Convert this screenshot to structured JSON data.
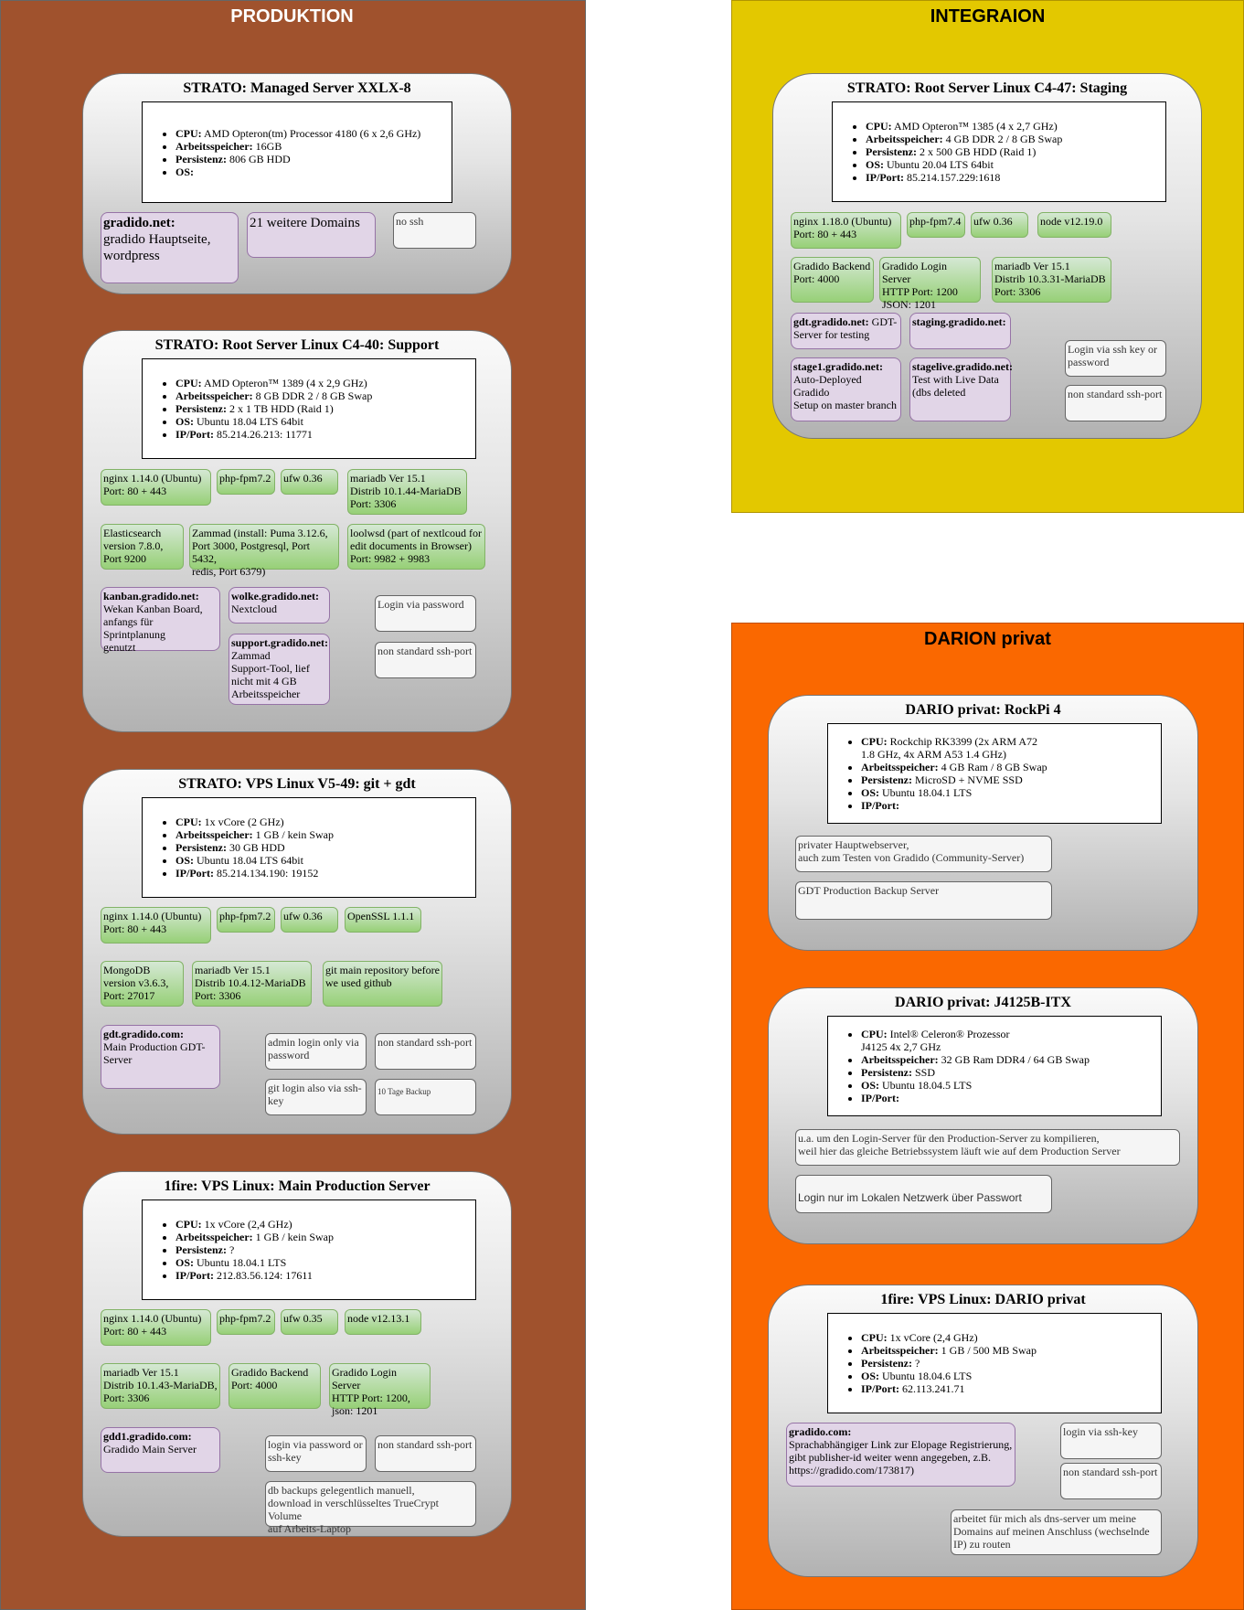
{
  "groups": {
    "produktion": {
      "title": "PRODUKTION",
      "color": "#a0522d"
    },
    "integraion": {
      "title": "INTEGRAION",
      "color": "#e3c800"
    },
    "darion": {
      "title": "DARION privat",
      "color": "#fa6800"
    }
  },
  "servers": {
    "strato_xxlx": {
      "title": "STRATO: Managed Server XXLX-8",
      "specs": [
        {
          "k": "CPU:",
          "v": " AMD Opteron(tm) Processor 4180 (6 x 2,6 GHz)"
        },
        {
          "k": "Arbeitsspeicher:",
          "v": " 16GB"
        },
        {
          "k": "Persistenz:",
          "v": " 806 GB HDD"
        },
        {
          "k": "OS:",
          "v": ""
        }
      ],
      "domains": [
        {
          "name": "gradido.net:",
          "desc": "gradido Hauptseite, wordpress"
        },
        {
          "name": "",
          "desc": "21 weitere Domains"
        }
      ],
      "notes": [
        "no ssh"
      ]
    },
    "strato_c440": {
      "title": "STRATO: Root Server Linux C4-40: Support",
      "specs": [
        {
          "k": "CPU:",
          "v": " AMD Opteron™ 1389 (4 x 2,9 GHz)"
        },
        {
          "k": "Arbeitsspeicher:",
          "v": " 8 GB DDR 2 / 8 GB Swap"
        },
        {
          "k": "Persistenz:",
          "v": " 2 x 1 TB HDD (Raid 1)"
        },
        {
          "k": "OS:",
          "v": " Ubuntu 18.04 LTS 64bit"
        },
        {
          "k": "IP/Port:",
          "v": " 85.214.26.213: 11771"
        }
      ],
      "chips": [
        "nginx 1.14.0 (Ubuntu)\nPort: 80 + 443",
        "php-fpm7.2",
        "ufw 0.36",
        "mariadb  Ver 15.1\nDistrib 10.1.44-MariaDB\nPort: 3306",
        "Elasticsearch\nversion 7.8.0,\nPort 9200",
        "Zammad (install: Puma 3.12.6,\nPort 3000, Postgresql, Port 5432,\nredis, Port 6379)",
        "loolwsd (part of nextlcoud for\nedit documents in Browser)\nPort: 9982 + 9983"
      ],
      "domains": [
        {
          "name": "kanban.gradido.net:",
          "desc": "Wekan Kanban Board,\nanfangs für Sprintplanung\ngenutzt"
        },
        {
          "name": "wolke.gradido.net:",
          "desc": "Nextcloud"
        },
        {
          "name": "support.gradido.net:",
          "desc": "Zammad\nSupport-Tool, lief\nnicht mit 4 GB\nArbeitsspeicher"
        }
      ],
      "notes": [
        "Login via password",
        "non standard ssh-port"
      ]
    },
    "strato_v549": {
      "title": "STRATO: VPS Linux V5-49: git + gdt",
      "specs": [
        {
          "k": "CPU:",
          "v": " 1x vCore (2 GHz)"
        },
        {
          "k": "Arbeitsspeicher:",
          "v": " 1 GB / kein Swap"
        },
        {
          "k": "Persistenz:",
          "v": " 30 GB HDD"
        },
        {
          "k": "OS:",
          "v": " Ubuntu 18.04 LTS 64bit"
        },
        {
          "k": "IP/Port:",
          "v": " 85.214.134.190: 19152"
        }
      ],
      "chips": [
        "nginx 1.14.0 (Ubuntu)\nPort: 80 + 443",
        "php-fpm7.2",
        "ufw 0.36",
        "OpenSSL 1.1.1",
        "MongoDB\nversion v3.6.3,\nPort: 27017",
        "mariadb  Ver 15.1\nDistrib 10.4.12-MariaDB\nPort: 3306",
        "git main repository before\nwe used github"
      ],
      "domains": [
        {
          "name": "gdt.gradido.com:",
          "desc": "Main Production GDT-\nServer"
        }
      ],
      "notes": [
        "admin login only via\npassword",
        "non standard ssh-port",
        "git login also via ssh-\nkey",
        "10 Tage Backup"
      ]
    },
    "onefire_main": {
      "title": "1fire: VPS Linux: Main Production Server",
      "specs": [
        {
          "k": "CPU:",
          "v": " 1x vCore (2,4 GHz)"
        },
        {
          "k": "Arbeitsspeicher:",
          "v": " 1 GB / kein Swap"
        },
        {
          "k": "Persistenz:",
          "v": " ?"
        },
        {
          "k": "OS:",
          "v": " Ubuntu 18.04.1 LTS"
        },
        {
          "k": "IP/Port:",
          "v": " 212.83.56.124: 17611"
        }
      ],
      "chips": [
        "nginx 1.14.0 (Ubuntu)\nPort: 80 + 443",
        "php-fpm7.2",
        "ufw 0.35",
        "node v12.13.1",
        "mariadb  Ver 15.1\nDistrib 10.1.43-MariaDB,\nPort: 3306",
        "Gradido Backend\nPort: 4000",
        "Gradido Login Server\nHTTP Port: 1200,\njson: 1201"
      ],
      "domains": [
        {
          "name": "gdd1.gradido.com:",
          "desc": "Gradido Main Server"
        }
      ],
      "notes": [
        "login via password or\nssh-key",
        "non standard ssh-port",
        "db backups gelegentlich manuell,\ndownload in verschlüsseltes TrueCrypt Volume\nauf Arbeits-Laptop"
      ]
    },
    "strato_c447": {
      "title": "STRATO: Root Server Linux C4-47: Staging",
      "specs": [
        {
          "k": "CPU:",
          "v": " AMD Opteron™ 1385 (4 x 2,7 GHz)"
        },
        {
          "k": "Arbeitsspeicher:",
          "v": " 4 GB DDR 2 / 8 GB Swap"
        },
        {
          "k": "Persistenz:",
          "v": " 2 x 500 GB HDD (Raid 1)"
        },
        {
          "k": "OS:",
          "v": " Ubuntu 20.04 LTS 64bit"
        },
        {
          "k": "IP/Port:",
          "v": " 85.214.157.229:1618"
        }
      ],
      "chips": [
        "nginx 1.18.0 (Ubuntu)\nPort: 80 + 443",
        "php-fpm7.4",
        "ufw 0.36",
        "node v12.19.0",
        "Gradido Backend\nPort: 4000",
        "Gradido Login Server\nHTTP Port: 1200\nJSON: 1201",
        "mariadb  Ver 15.1\nDistrib 10.3.31-MariaDB\nPort: 3306"
      ],
      "domains": [
        {
          "name": "gdt.gradido.net:",
          "desc": " GDT-\nServer for testing",
          "inline": true
        },
        {
          "name": "staging.gradido.net:",
          "desc": ""
        },
        {
          "name": "stage1.gradido.net:",
          "desc": "Auto-Deployed Gradido\nSetup on master branch"
        },
        {
          "name": "stagelive.gradido.net:",
          "desc": "Test with Live Data\n(dbs deleted"
        }
      ],
      "notes": [
        "Login via ssh key or\npassword",
        "non standard ssh-port"
      ]
    },
    "rockpi": {
      "title": "DARIO privat: RockPi 4",
      "specs": [
        {
          "k": "CPU:",
          "v": " Rockchip RK3399 (2x ARM A72\n1.8 GHz, 4x ARM A53 1.4 GHz)"
        },
        {
          "k": "Arbeitsspeicher:",
          "v": " 4 GB Ram / 8 GB Swap"
        },
        {
          "k": "Persistenz:",
          "v": " MicroSD + NVME SSD"
        },
        {
          "k": "OS:",
          "v": " Ubuntu 18.04.1 LTS"
        },
        {
          "k": "IP/Port:",
          "v": ""
        }
      ],
      "notes": [
        "privater Hauptwebserver,\nauch zum Testen von Gradido (Community-Server)",
        "GDT Production Backup Server"
      ]
    },
    "j4125": {
      "title": "DARIO privat: J4125B-ITX",
      "specs": [
        {
          "k": "CPU:",
          "v": " Intel® Celeron® Prozessor\nJ4125 4x 2,7 GHz"
        },
        {
          "k": "Arbeitsspeicher:",
          "v": " 32 GB Ram DDR4 / 64 GB Swap"
        },
        {
          "k": "Persistenz:",
          "v": " SSD"
        },
        {
          "k": "OS:",
          "v": " Ubuntu 18.04.5 LTS"
        },
        {
          "k": "IP/Port:",
          "v": ""
        }
      ],
      "notes": [
        "u.a. um den Login-Server für den Production-Server zu kompilieren,\nweil hier das gleiche Betriebssystem läuft wie auf dem Production Server",
        "Login nur im Lokalen Netzwerk über Passwort"
      ]
    },
    "onefire_dario": {
      "title": "1fire: VPS Linux: DARIO privat",
      "specs": [
        {
          "k": "CPU:",
          "v": " 1x vCore (2,4 GHz)"
        },
        {
          "k": "Arbeitsspeicher:",
          "v": " 1 GB / 500 MB Swap"
        },
        {
          "k": "Persistenz:",
          "v": " ?"
        },
        {
          "k": "OS:",
          "v": " Ubuntu 18.04.6 LTS"
        },
        {
          "k": "IP/Port:",
          "v": " 62.113.241.71"
        }
      ],
      "domains": [
        {
          "name": "gradido.com:",
          "desc": "Sprachabhängiger Link zur Elopage Registrierung,\ngibt publisher-id weiter wenn angegeben, z.B.\nhttps://gradido.com/173817)"
        }
      ],
      "notes": [
        "login via ssh-key",
        "non standard ssh-port",
        "arbeitet für mich als dns-server um meine\nDomains auf meinen Anschluss (wechselnde\nIP) zu routen"
      ]
    }
  }
}
